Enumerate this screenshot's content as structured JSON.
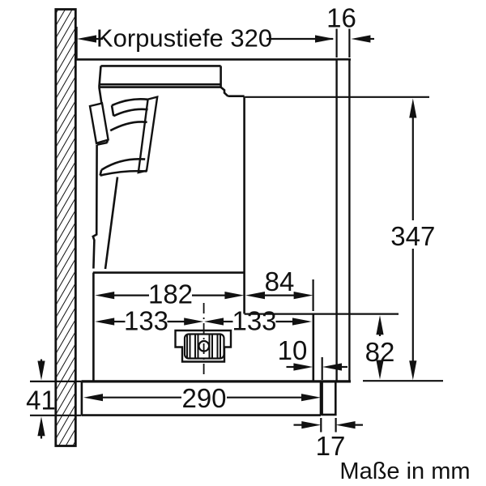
{
  "drawing": {
    "note": "Maße in mm",
    "dimensions": {
      "cabinet_depth": "Korpustiefe 320",
      "panel_thickness": "16",
      "total_height": "347",
      "body_depth": "182",
      "rear_section_depth": "84",
      "center_front": "133",
      "center_rear": "133",
      "rear_gap": "10",
      "lower_section_height": "82",
      "front_panel_depth": "290",
      "strip_thickness": "17",
      "front_panel_height": "41"
    },
    "colors": {
      "line": "#111111",
      "background": "#ffffff"
    }
  }
}
